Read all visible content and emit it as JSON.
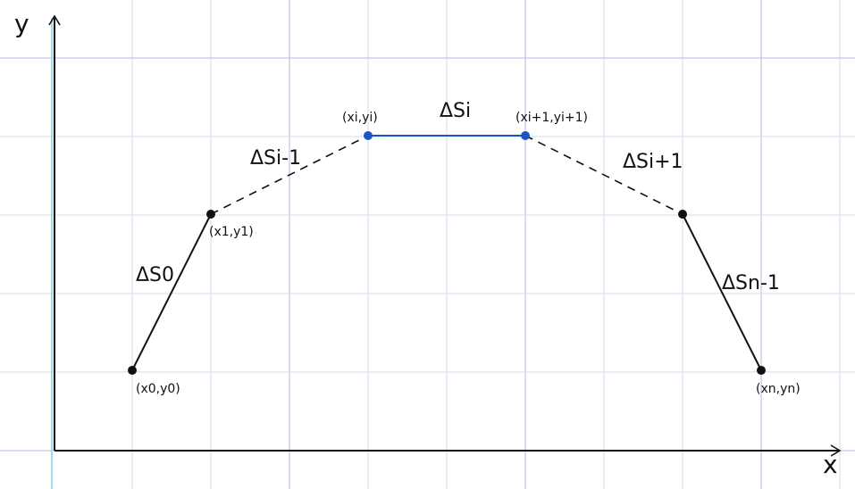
{
  "axes": {
    "x_label": "x",
    "y_label": "y"
  },
  "points": [
    {
      "id": "p0",
      "label": "(x0,y0)",
      "color": "#111111"
    },
    {
      "id": "p1",
      "label": "(x1,y1)",
      "color": "#111111"
    },
    {
      "id": "pi",
      "label": "(xi,yi)",
      "color": "#1a56c4"
    },
    {
      "id": "pi1",
      "label": "(xi+1,yi+1)",
      "color": "#1a56c4"
    },
    {
      "id": "pm",
      "label": "",
      "color": "#111111"
    },
    {
      "id": "pn",
      "label": "(xn,yn)",
      "color": "#111111"
    }
  ],
  "segments": [
    {
      "id": "s0",
      "label": "ΔS0",
      "style": "solid",
      "color": "#111111"
    },
    {
      "id": "si_minus",
      "label": "ΔSi-1",
      "style": "dashed",
      "color": "#111111"
    },
    {
      "id": "si",
      "label": "ΔSi",
      "style": "solid",
      "color": "#1a56c4"
    },
    {
      "id": "si_plus",
      "label": "ΔSi+1",
      "style": "dashed",
      "color": "#111111"
    },
    {
      "id": "sn",
      "label": "ΔSn-1",
      "style": "solid",
      "color": "#111111"
    }
  ],
  "colors": {
    "grid_minor": "#d8d8f2",
    "grid_major": "#b4b4e6",
    "axis": "#111111",
    "y_axis_shadow": "#a8d8ec",
    "highlight": "#1a56c4"
  }
}
